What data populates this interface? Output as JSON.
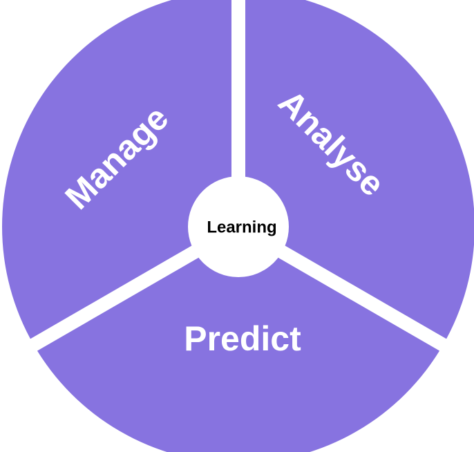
{
  "center": {
    "label": "Learning"
  },
  "segments": [
    {
      "id": "analyse",
      "label": "Analyse"
    },
    {
      "id": "predict",
      "label": "Predict"
    },
    {
      "id": "manage",
      "label": "Manage"
    }
  ],
  "colors": {
    "segment_fill": "#8773e0",
    "segment_text": "#ffffff",
    "separator": "#ffffff",
    "hub_fill": "#ffffff",
    "hub_text": "#000000",
    "background": "#ffffff"
  }
}
